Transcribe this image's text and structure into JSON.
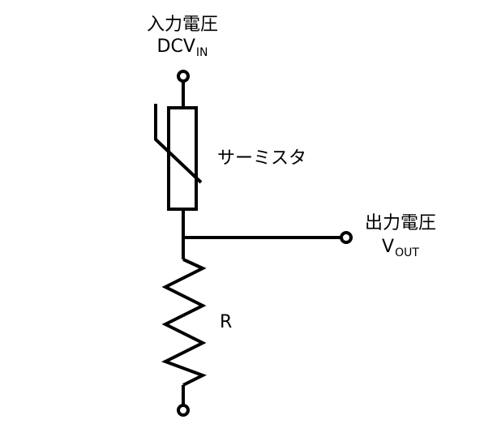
{
  "input": {
    "title": "入力電圧",
    "symbol_main": "DCV",
    "symbol_sub": "IN"
  },
  "thermistor": {
    "label": "サーミスタ"
  },
  "output": {
    "title": "出力電圧",
    "symbol_main": "V",
    "symbol_sub": "OUT"
  },
  "resistor": {
    "label": "R"
  },
  "colors": {
    "line": "#000000",
    "background": "#ffffff"
  }
}
